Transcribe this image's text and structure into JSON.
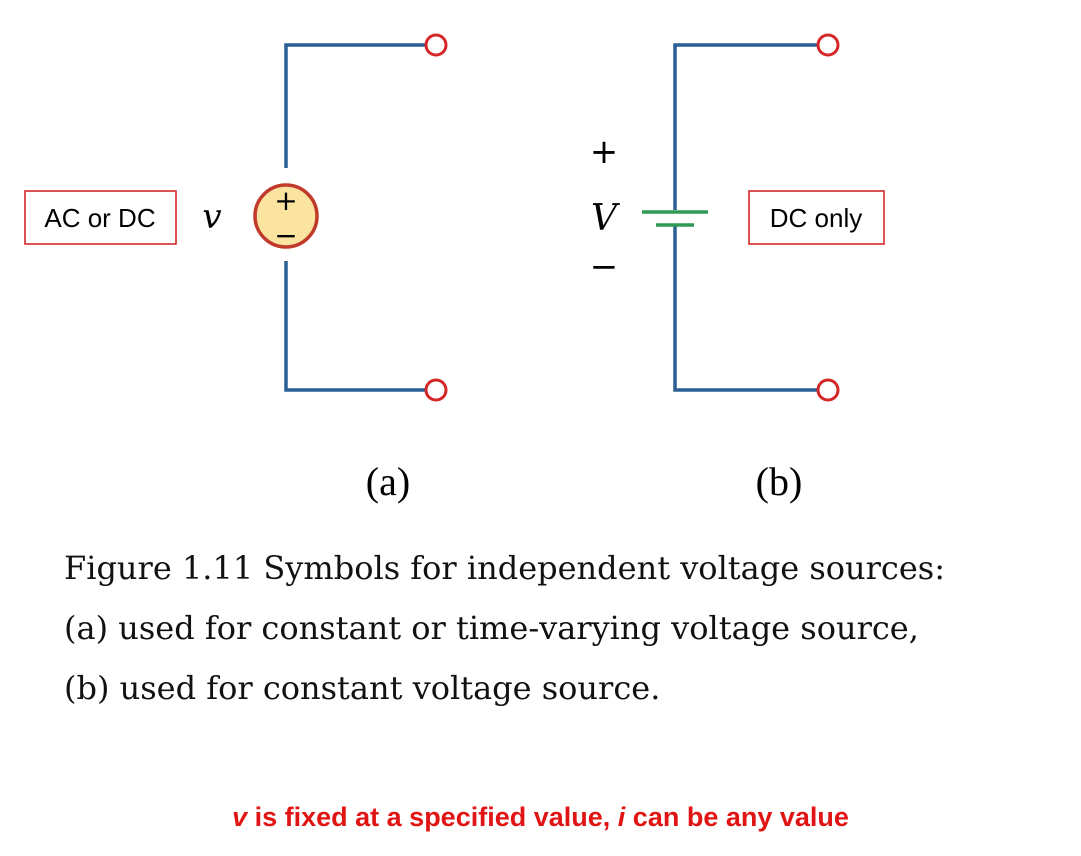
{
  "diagram": {
    "circuit_a": {
      "label_box": "AC or DC",
      "variable": "v",
      "plus_sign": "+",
      "minus_sign": "−",
      "sublabel": "(a)"
    },
    "circuit_b": {
      "label_box": "DC only",
      "variable": "V",
      "plus_sign": "+",
      "minus_sign": "−",
      "sublabel": "(b)"
    },
    "colors": {
      "wire": "#2c5f93",
      "terminal": "#d42828",
      "source_fill": "#fae4a0",
      "source_outline": "#c23a2a",
      "battery_plates": "#2f9a55",
      "label_box_border": "#d42828",
      "note_text": "#e11414"
    }
  },
  "caption": {
    "line1": "Figure 1.11 Symbols for independent voltage sources:",
    "line2": "(a) used for constant or time-varying voltage source,",
    "line3": "(b) used for constant voltage source."
  },
  "note": {
    "var_v": "v",
    "part1": " is fixed at a specified value, ",
    "var_i": "i",
    "part2": " can be any value"
  }
}
